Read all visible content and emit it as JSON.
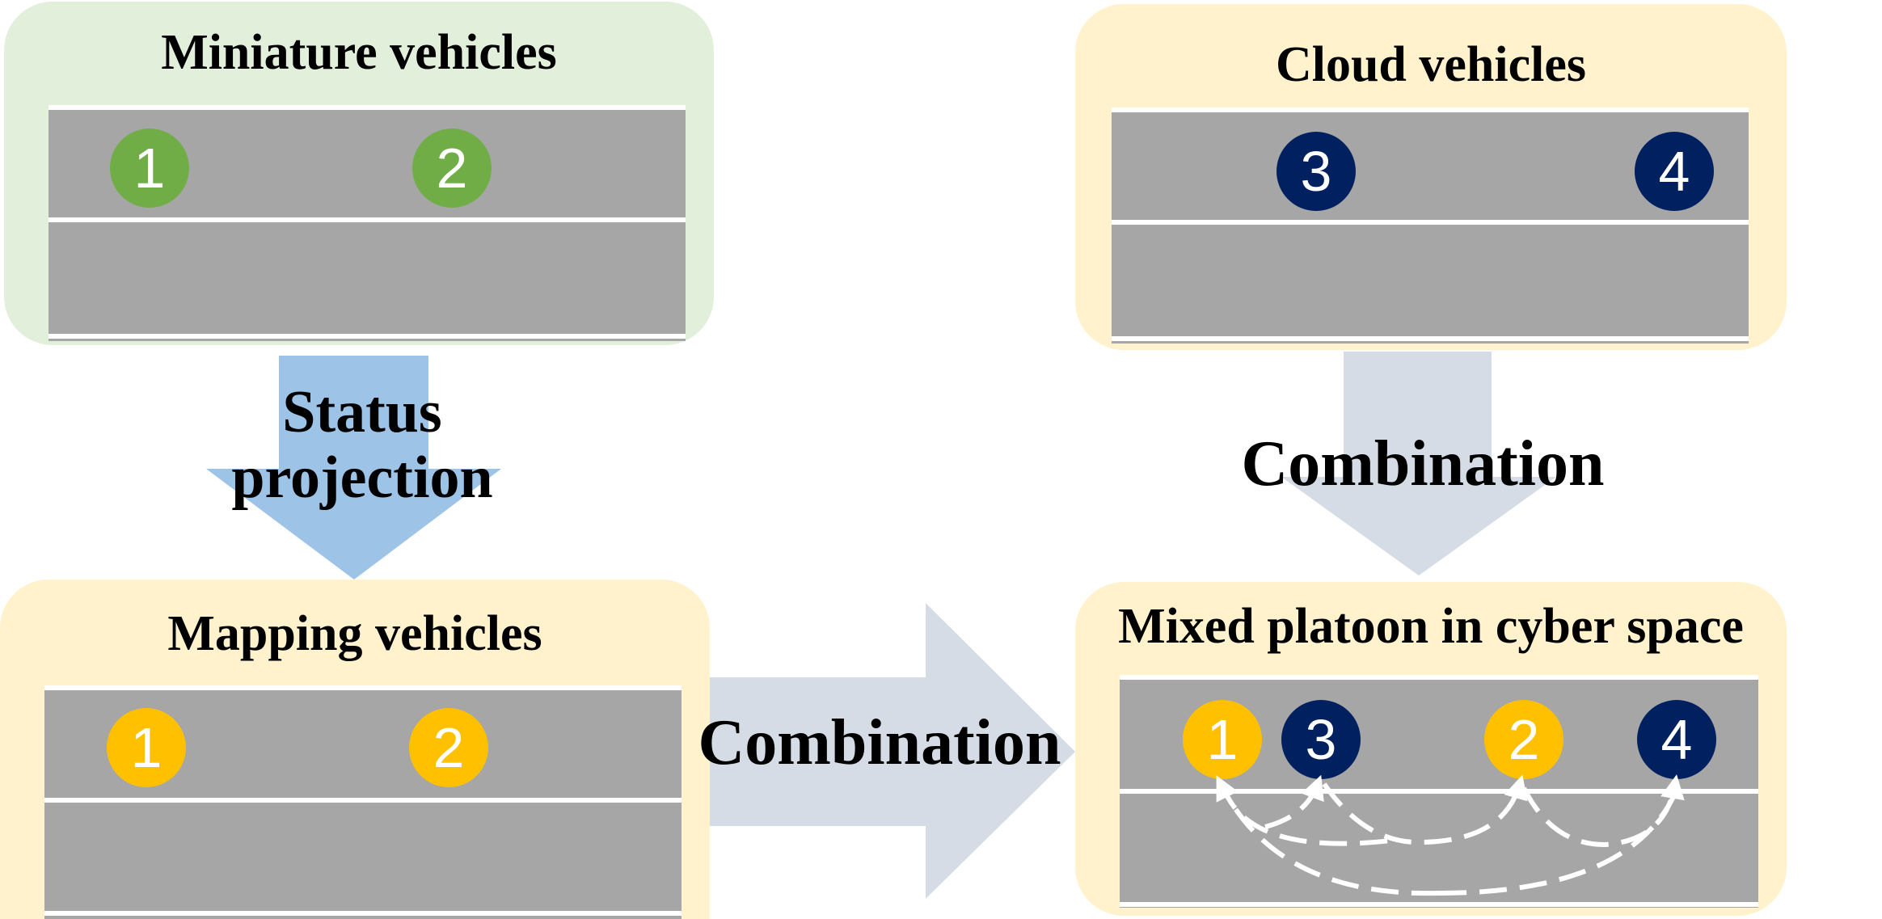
{
  "colors": {
    "panel_green": "#e2efda",
    "panel_yellow": "#fff2cc",
    "road_gray": "#a6a6a6",
    "vehicle_green": "#70ad47",
    "vehicle_yellow": "#ffc000",
    "vehicle_navy": "#002060",
    "arrow_blue": "#9dc3e6",
    "arrow_gray": "#d6dce5"
  },
  "panels": {
    "miniature": {
      "title": "Miniature vehicles",
      "vehicles": [
        "1",
        "2"
      ]
    },
    "cloud": {
      "title": "Cloud vehicles",
      "vehicles": [
        "3",
        "4"
      ]
    },
    "mapping": {
      "title": "Mapping vehicles",
      "vehicles": [
        "1",
        "2"
      ]
    },
    "mixed": {
      "title": "Mixed platoon in cyber space",
      "vehicles": [
        "1",
        "3",
        "2",
        "4"
      ]
    }
  },
  "arrows": {
    "status_projection": {
      "line1": "Status",
      "line2": "projection"
    },
    "combination_right": "Combination",
    "combination_down": "Combination"
  }
}
